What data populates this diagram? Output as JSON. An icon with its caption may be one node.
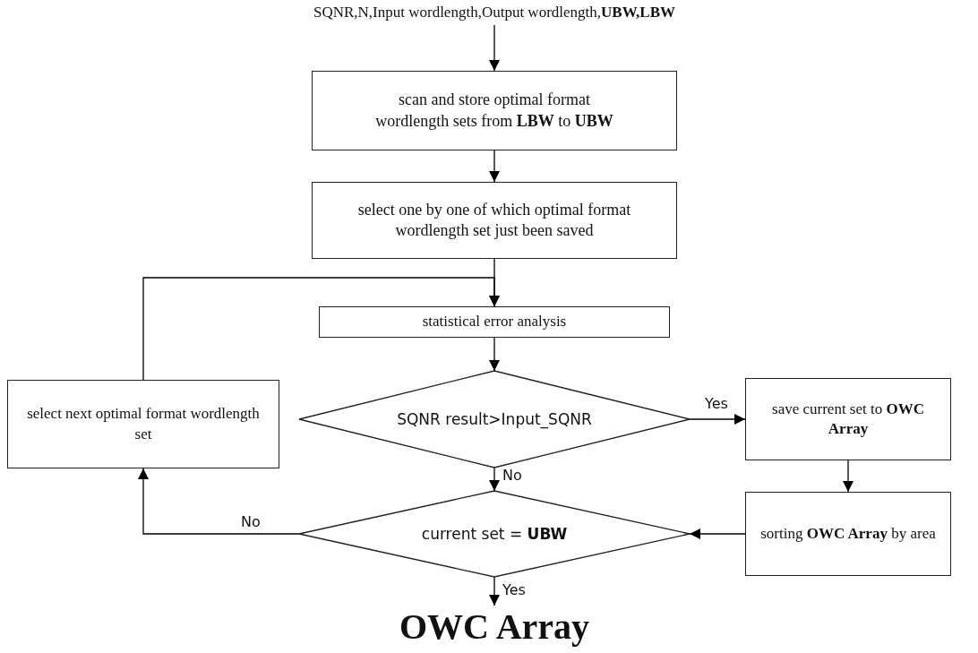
{
  "diagram": {
    "nodes": [
      {
        "text": [
          "SQNR,N,Input wordlength,Output wordlength,**UBW,LBW**"
        ]
      },
      {
        "text": [
          "scan and store optimal format wordlength sets from **LBW** to **UBW**"
        ]
      },
      {
        "text": [
          "select one by one of which optimal format wordlength set just been saved"
        ]
      },
      {
        "text": [
          "statistical error analysis"
        ]
      },
      {
        "text": [
          "SQNR result>Input_SQNR"
        ]
      },
      {
        "text": [
          "save current set to **OWC Array**"
        ]
      },
      {
        "text": [
          "sorting **OWC Array** by area"
        ]
      },
      {
        "text": [
          "current set = **UBW**"
        ]
      },
      {
        "text": [
          "select next optimal format wordlength set"
        ]
      },
      {
        "text": [
          "OWC Array"
        ]
      }
    ],
    "edges": [
      {
        "from": 0,
        "to": 1,
        "arrow": "to"
      },
      {
        "from": 1,
        "to": 2,
        "arrow": "to"
      },
      {
        "from": 2,
        "to": 3,
        "arrow": "to"
      },
      {
        "from": 3,
        "to": 4,
        "arrow": "to"
      },
      {
        "from": 4,
        "to": 5,
        "arrow": "to",
        "label": "Yes"
      },
      {
        "from": 4,
        "to": 7,
        "arrow": "to",
        "label": "No"
      },
      {
        "from": 5,
        "to": 6,
        "arrow": "to"
      },
      {
        "from": 6,
        "to": 7,
        "arrow": "to"
      },
      {
        "from": 7,
        "to": 8,
        "arrow": "to",
        "label": "No"
      },
      {
        "from": 8,
        "to": 3,
        "arrow": "to"
      },
      {
        "from": 7,
        "to": 9,
        "arrow": "to",
        "label": "Yes"
      }
    ]
  }
}
